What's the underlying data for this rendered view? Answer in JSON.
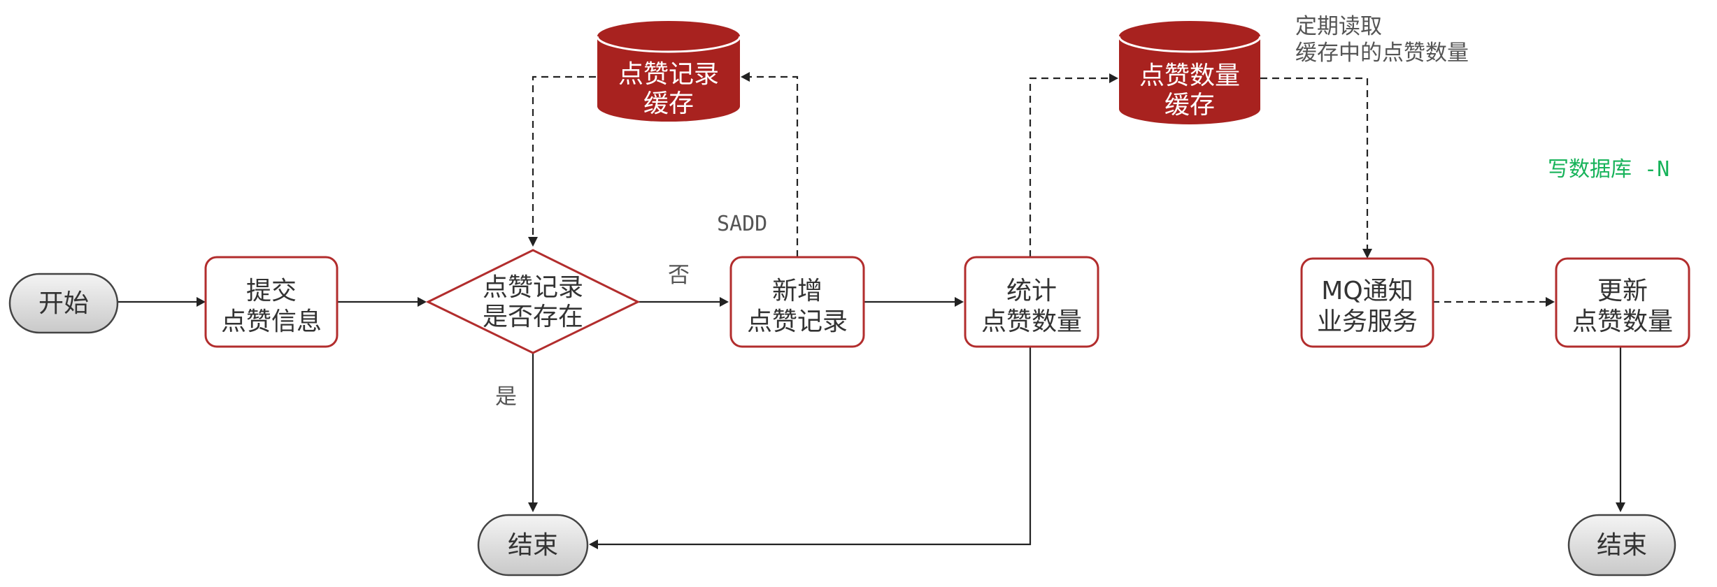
{
  "nodes": {
    "start": "开始",
    "submit": [
      "提交",
      "点赞信息"
    ],
    "check": [
      "点赞记录",
      "是否存在"
    ],
    "add": [
      "新增",
      "点赞记录"
    ],
    "count": [
      "统计",
      "点赞数量"
    ],
    "mq": [
      "MQ通知",
      "业务服务"
    ],
    "update": [
      "更新",
      "点赞数量"
    ],
    "end1": "结束",
    "end2": "结束"
  },
  "databases": {
    "record_cache": [
      "点赞记录",
      "缓存"
    ],
    "count_cache": [
      "点赞数量",
      "缓存"
    ]
  },
  "labels": {
    "sadd": "SADD",
    "no": "否",
    "yes": "是",
    "periodic": [
      "定期读取",
      "缓存中的点赞数量"
    ],
    "write_db": "写数据库 -N"
  },
  "colors": {
    "db_fill": "#a8221f",
    "box_stroke": "#b22d2d",
    "terminal_fill": "#d9d9d9",
    "write_db": "#17b35a"
  }
}
